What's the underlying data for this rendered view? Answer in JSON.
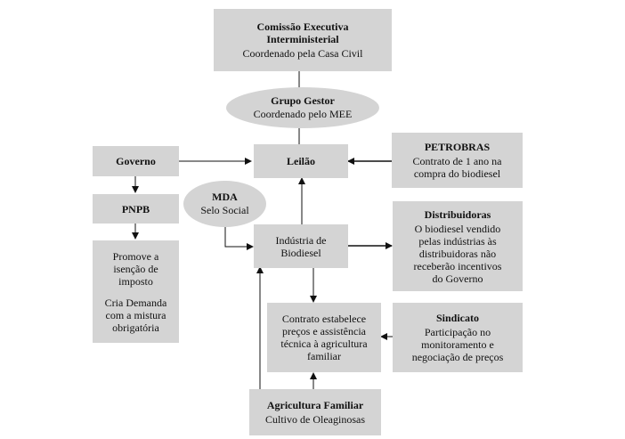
{
  "nodes": {
    "comissao": {
      "title": "Comissão Executiva\nInterministerial",
      "sub": "Coordenado pela Casa Civil"
    },
    "grupo": {
      "title": "Grupo Gestor",
      "sub": "Coordenado pelo MEE"
    },
    "governo": {
      "title": "Governo"
    },
    "leilao": {
      "title": "Leilão"
    },
    "petrobras": {
      "title": "PETROBRAS",
      "sub": "Contrato de 1 ano na\ncompra do biodiesel"
    },
    "pnpb": {
      "title": "PNPB"
    },
    "mda": {
      "title": "MDA",
      "sub": "Selo Social"
    },
    "industria": {
      "text": "Indústria de\nBiodiesel"
    },
    "distribuidoras": {
      "title": "Distribuidoras",
      "sub": "O biodiesel vendido\npelas indústrias às\ndistribuidoras não\nreceberão incentivos\ndo Governo"
    },
    "promove": {
      "text1": "Promove a\nisenção de\nimposto",
      "text2": "Cria Demanda\ncom a mistura\nobrigatória"
    },
    "contrato": {
      "text": "Contrato estabelece\npreços e assistência\ntécnica à agricultura\nfamiliar"
    },
    "sindicato": {
      "title": "Sindicato",
      "sub": "Participação no\nmonitoramento e\nnegociação de preços"
    },
    "agricultura": {
      "title": "Agricultura Familiar",
      "sub": "Cultivo de Oleaginosas"
    }
  }
}
